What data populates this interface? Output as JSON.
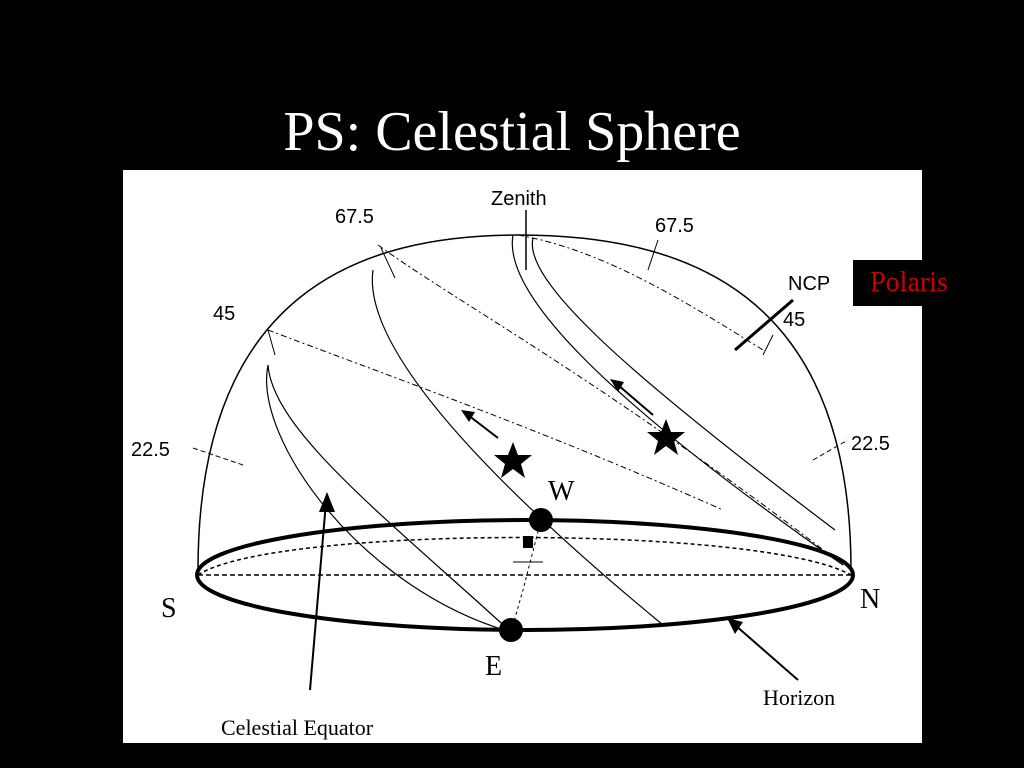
{
  "slide": {
    "title": "PS: Celestial Sphere"
  },
  "diagram": {
    "labels": {
      "zenith": "Zenith",
      "alt_67_left": "67.5",
      "alt_67_right": "67.5",
      "alt_45_left": "45",
      "alt_45_right": "45",
      "alt_22_left": "22.5",
      "alt_22_right": "22.5",
      "ncp": "NCP",
      "west": "W",
      "east": "E",
      "south": "S",
      "north": "N",
      "horizon": "Horizon",
      "celestial_equator": "Celestial Equator"
    },
    "polaris": "Polaris",
    "colors": {
      "polaris_text": "#cc0000",
      "background": "#000000",
      "panel": "#ffffff"
    }
  }
}
